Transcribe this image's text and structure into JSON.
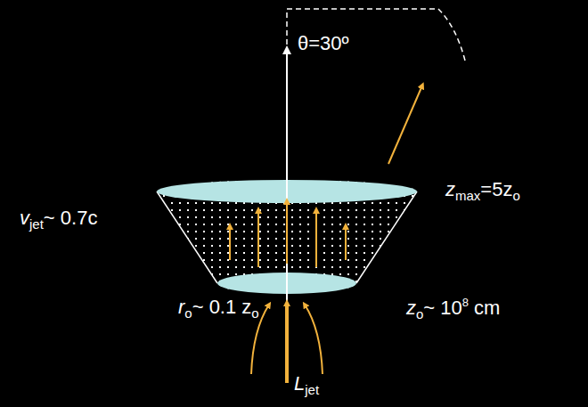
{
  "diagram": {
    "labels": [
      "θ=30º",
      "z",
      "max",
      "=5z",
      "o",
      "v",
      "jet",
      "~ 0.7c",
      "r",
      "o",
      "~ 0.1 z",
      "o",
      "z",
      "o",
      "~ 10",
      "8",
      "cm",
      "L",
      "jet"
    ]
  }
}
